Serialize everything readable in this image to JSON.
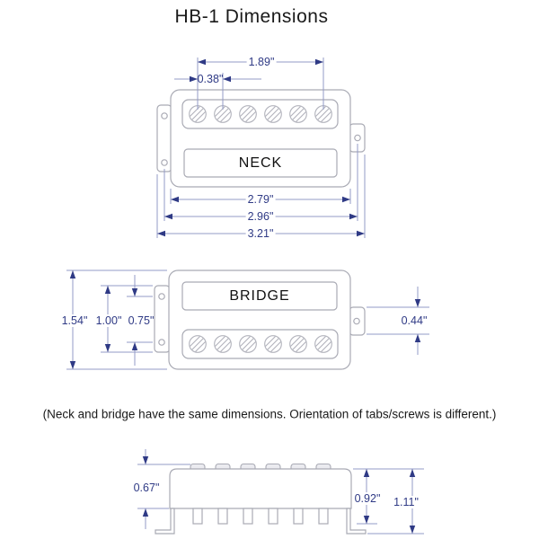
{
  "title": "HB-1 Dimensions",
  "note": "(Neck and bridge have the same dimensions. Orientation of tabs/screws is different.)",
  "colors": {
    "dimension_text": "#2f3a85",
    "dimension_lines": "#939bc7",
    "drawing_outline": "#a9aab4",
    "text": "#1a1a1a",
    "background": "#ffffff"
  },
  "neck_view": {
    "label": "NECK",
    "dims": {
      "pole_screw_span": "1.89\"",
      "pole_screw_spacing": "0.38\"",
      "body_width": "2.79\"",
      "mounting_hole_span": "2.96\"",
      "overall_width": "3.21\""
    }
  },
  "bridge_view": {
    "label": "BRIDGE",
    "dims": {
      "body_height": "1.54\"",
      "tab_length": "1.00\"",
      "tab_hole_spacing": "0.75\"",
      "right_tab_length": "0.44\""
    }
  },
  "side_view": {
    "dims": {
      "body_depth": "0.67\"",
      "depth_with_poles": "0.92\"",
      "overall_depth": "1.11\""
    }
  }
}
